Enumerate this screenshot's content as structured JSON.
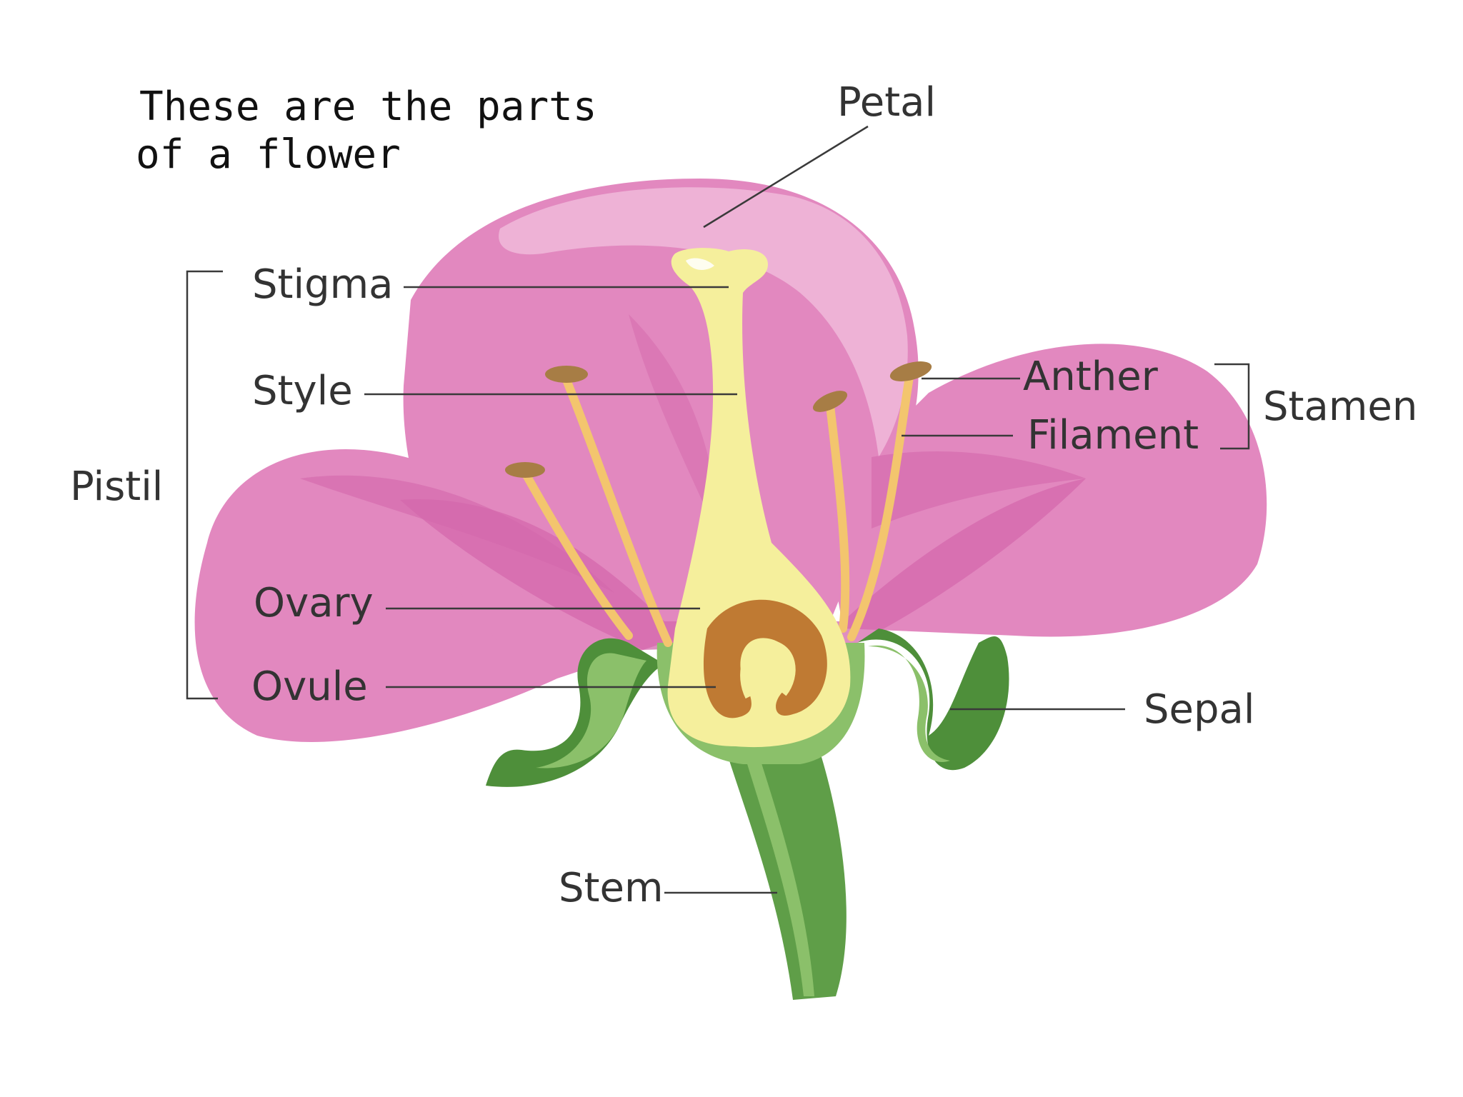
{
  "intro": {
    "line1": "These are the parts",
    "line2": "of a flower"
  },
  "labels": {
    "petal": "Petal",
    "stigma": "Stigma",
    "style": "Style",
    "pistil": "Pistil",
    "ovary": "Ovary",
    "ovule": "Ovule",
    "anther": "Anther",
    "filament": "Filament",
    "stamen": "Stamen",
    "sepal": "Sepal",
    "stem": "Stem"
  },
  "colors": {
    "petal_main": "#e288bf",
    "petal_light": "#eeb2d6",
    "petal_dark": "#d468ac",
    "pistil": "#f5ef9c",
    "ovary_core": "#bf7a33",
    "sepal_dark": "#4e8f3a",
    "sepal_light": "#8bc06a",
    "stem": "#5f9e48",
    "filament": "#f3c56e",
    "anther": "#a77d45"
  }
}
